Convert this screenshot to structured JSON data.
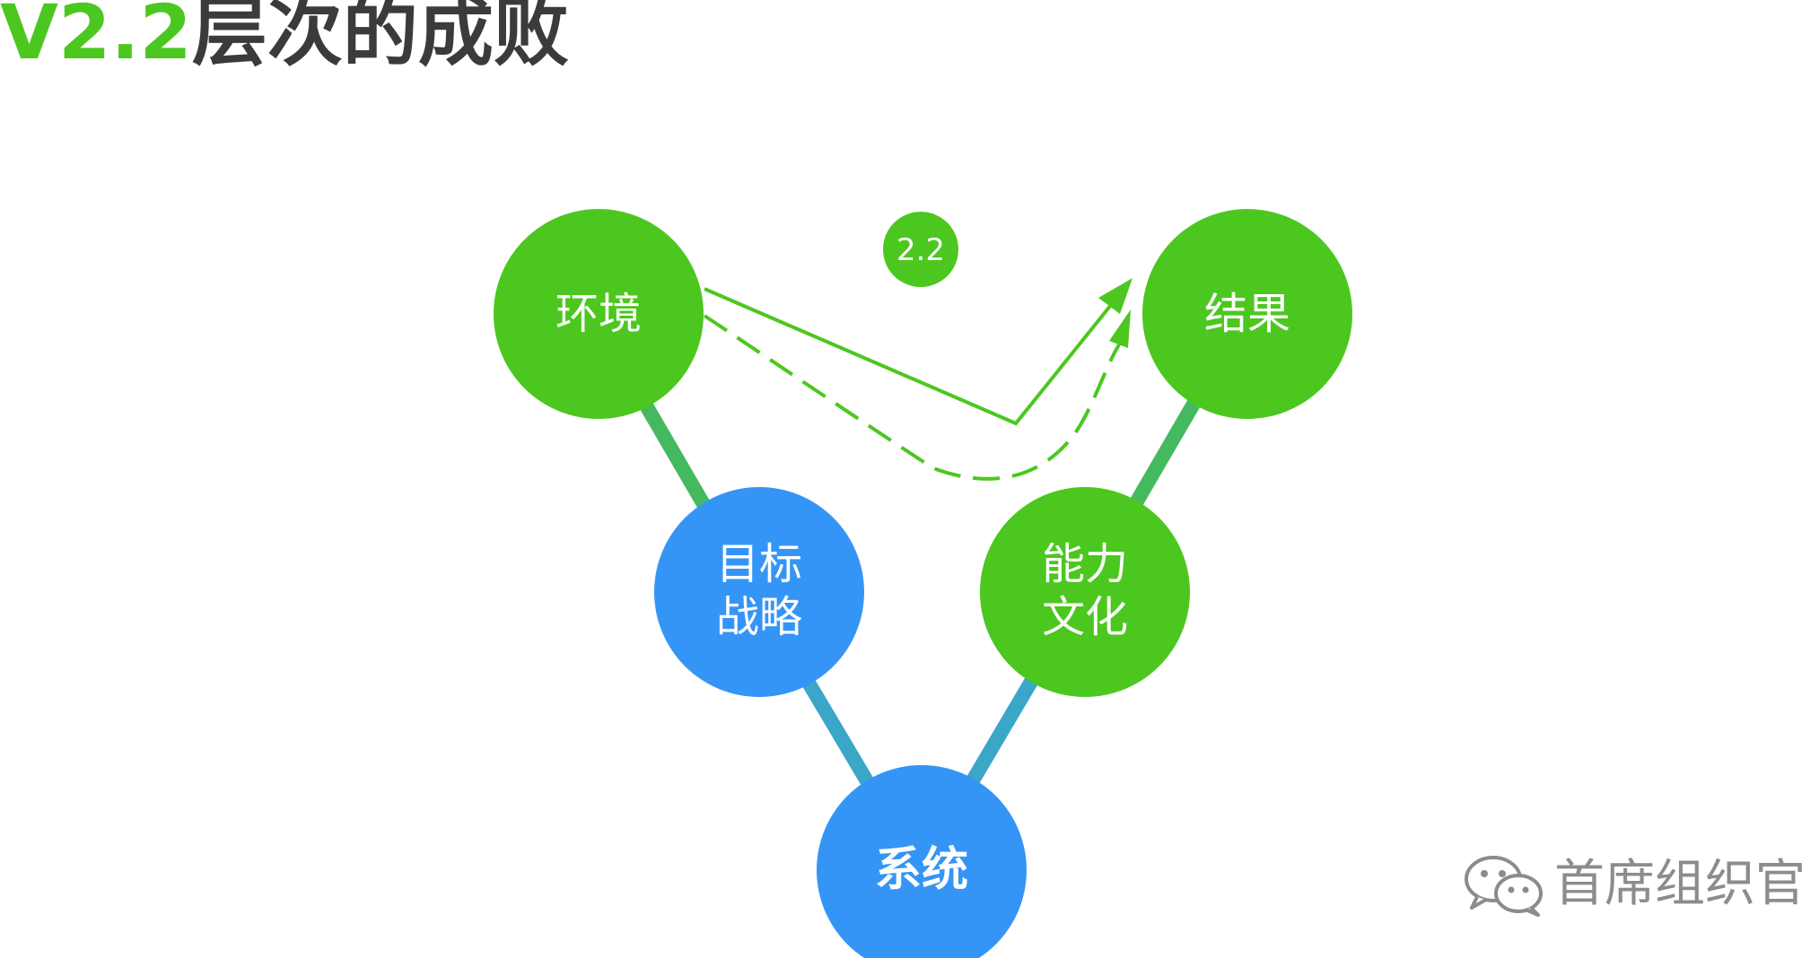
{
  "title": {
    "version": "V2.2",
    "text": "层次的成败"
  },
  "diagram": {
    "nodes": {
      "environment": "环境",
      "result": "结果",
      "goal_line1": "目标",
      "goal_line2": "战略",
      "capability_line1": "能力",
      "capability_line2": "文化",
      "system": "系统"
    },
    "badge": "2.2",
    "colors": {
      "green": "#4cc71f",
      "blue": "#3595f6",
      "connector_top": "#45b95f",
      "connector_bottom": "#3aa6c8"
    }
  },
  "watermark": {
    "text": "首席组织官",
    "icon": "wechat-icon"
  }
}
